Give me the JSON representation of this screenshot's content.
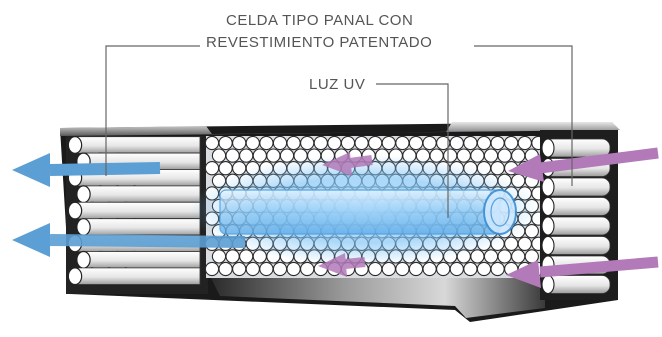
{
  "labels": {
    "coating_line1": "CELDA TIPO PANAL CON",
    "coating_line2": "REVESTIMIENTO PATENTADO",
    "uv_light": "LUZ UV"
  },
  "icons": {
    "outflow": "blue-arrow-left",
    "inflow": "purple-arrow-left"
  },
  "colors": {
    "leader_line": "#666666",
    "label_text": "#555555",
    "uv_glow": "#7ec3f5",
    "outflow_arrow": "#5b9fd4",
    "inflow_arrow": "#b27ab9",
    "housing_dark": "#1a1a1a",
    "housing_metal": "#9aa0a6"
  }
}
